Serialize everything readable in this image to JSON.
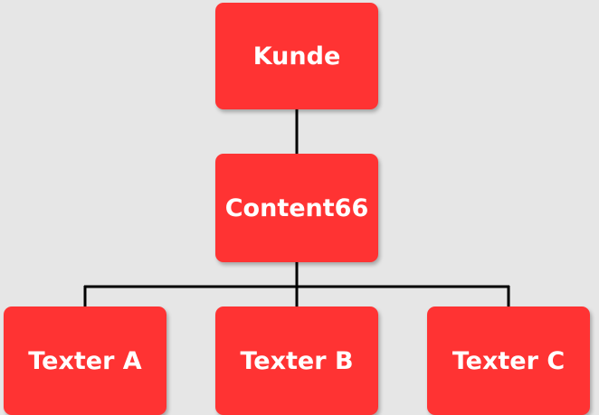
{
  "diagram": {
    "type": "org-chart",
    "colors": {
      "background": "#e6e6e6",
      "node_fill": "#ff3333",
      "node_text": "#ffffff",
      "connector": "#000000"
    },
    "nodes": [
      {
        "id": "kunde",
        "label": "Kunde"
      },
      {
        "id": "content66",
        "label": "Content66"
      },
      {
        "id": "texter-a",
        "label": "Texter A"
      },
      {
        "id": "texter-b",
        "label": "Texter B"
      },
      {
        "id": "texter-c",
        "label": "Texter C"
      }
    ],
    "edges": [
      {
        "from": "kunde",
        "to": "content66"
      },
      {
        "from": "content66",
        "to": "texter-a"
      },
      {
        "from": "content66",
        "to": "texter-b"
      },
      {
        "from": "content66",
        "to": "texter-c"
      }
    ]
  }
}
